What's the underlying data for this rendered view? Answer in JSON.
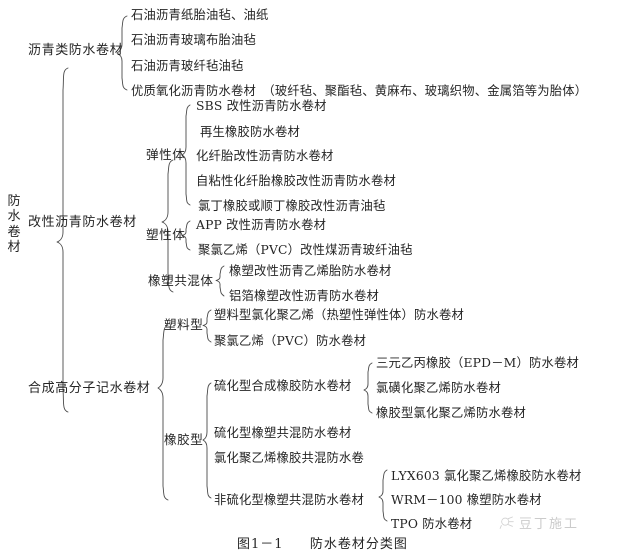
{
  "figure": {
    "caption_number": "图1－1",
    "caption_title": "防水卷材分类图",
    "root_label": "防水卷材"
  },
  "watermark": {
    "text": "豆丁施工",
    "logo_icon": "dou-ding-logo-icon"
  },
  "tree": {
    "branch1": {
      "label": "沥青类防水卷材",
      "items": [
        "石油沥青纸胎油毡、油纸",
        "石油沥青玻璃布胎油毡",
        "石油沥青玻纤毡油毡",
        "优质氧化沥青防水卷材　（玻纤毡、聚酯毡、黄麻布、玻璃织物、金属箔等为胎体）"
      ]
    },
    "branch2": {
      "label": "改性沥青防水卷材",
      "groups": [
        {
          "label": "弹性体",
          "items": [
            "SBS 改性沥青防水卷材",
            "再生橡胶防水卷材",
            "化纤胎改性沥青防水卷材",
            "自粘性化纤胎橡胶改性沥青防水卷材",
            "氯丁橡胶或顺丁橡胶改性沥青油毡"
          ]
        },
        {
          "label": "塑性体",
          "items": [
            "APP 改性沥青防水卷材",
            "聚氯乙烯（PVC）改性煤沥青玻纤油毡"
          ]
        },
        {
          "label": "橡塑共混体",
          "items": [
            "橡塑改性沥青乙烯胎防水卷材",
            "铝箔橡塑改性沥青防水卷材"
          ]
        }
      ]
    },
    "branch3": {
      "label": "合成高分子记水卷材",
      "groups": [
        {
          "label": "塑料型",
          "items": [
            "塑料型氯化聚乙烯（热塑性弹性体）防水卷材",
            "聚氯乙烯（PVC）防水卷材"
          ]
        },
        {
          "label": "橡胶型",
          "items": [
            {
              "label": "硫化型合成橡胶防水卷材",
              "subitems": [
                "三元乙丙橡胶（EPD－M）防水卷材",
                "氯磺化聚乙烯防水卷材",
                "橡胶型氯化聚乙烯防水卷材"
              ]
            },
            {
              "label": "硫化型橡塑共混防水卷材",
              "subitems": []
            },
            {
              "label": "氯化聚乙烯橡胶共混防水卷",
              "subitems": []
            },
            {
              "label": "非硫化型橡塑共混防水卷材",
              "subitems": [
                "LYX603 氯化聚乙烯橡胶防水卷材",
                "WRM－100 橡塑防水卷材",
                "TPO 防水卷材"
              ]
            }
          ]
        }
      ]
    }
  }
}
